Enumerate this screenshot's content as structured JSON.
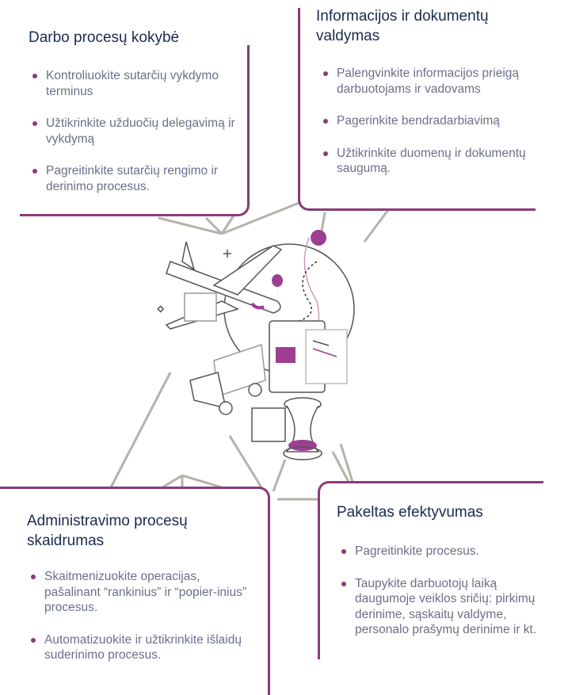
{
  "colors": {
    "accent": "#8a3a78",
    "title": "#1b2a4e",
    "body": "#6b7088",
    "network": "#b5b2aa"
  },
  "cards": [
    {
      "title": "Darbo procesų kokybė",
      "items": [
        "Kontroliuokite sutarčių vykdymo terminus",
        "Užtikrinkite užduočių delegavimą ir vykdymą",
        "Pagreitinkite sutarčių rengimo ir derinimo procesus."
      ]
    },
    {
      "title": "Informacijos ir dokumentų valdymas",
      "items": [
        "Palengvinkite informacijos prieigą darbuotojams ir vadovams",
        "Pagerinkite bendradarbiavimą",
        "Užtikrinkite duomenų ir dokumentų saugumą."
      ]
    },
    {
      "title": "Administravimo procesų skaidrumas",
      "items": [
        "Skaitmenizuokite operacijas, pašalinant “rankinius” ir “popier-inius” procesus.",
        "Automatizuokite ir užtikrinkite išlaidų suderinimo procesus."
      ]
    },
    {
      "title": "Pakeltas efektyvumas",
      "items": [
        "Pagreitinkite procesus.",
        "Taupykite darbuotojų laiką daugumoje veiklos sričių: pirkimų derinime, sąskaitų valdyme, personalo prašymų derinime ir kt."
      ]
    }
  ]
}
